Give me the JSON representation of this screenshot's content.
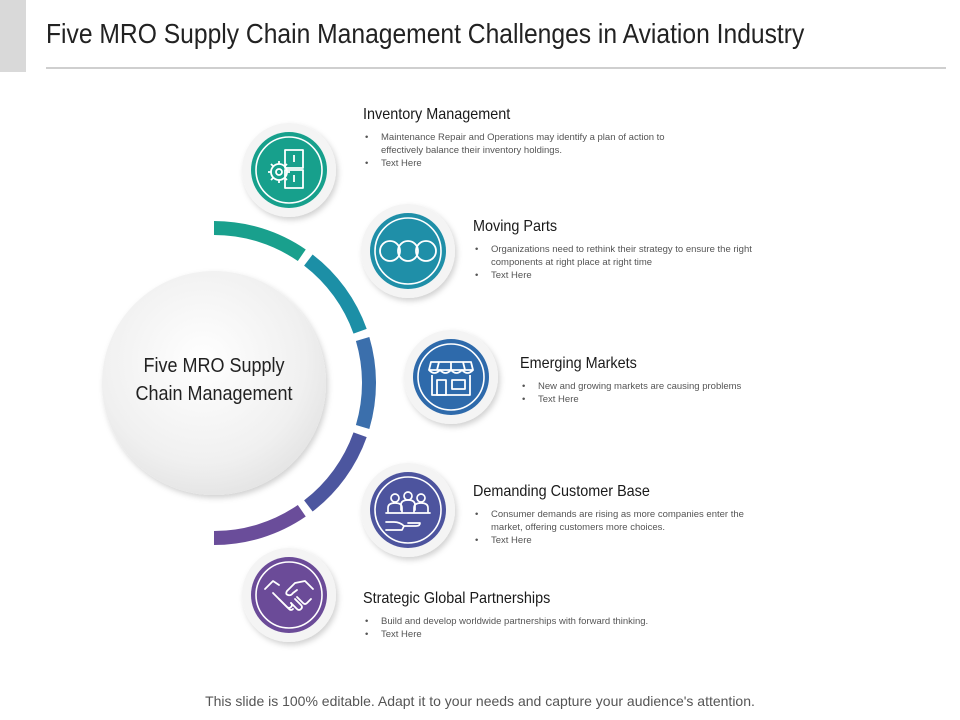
{
  "title": "Five MRO Supply Chain Management Challenges in Aviation Industry",
  "center_label": [
    "Five MRO Supply",
    "Chain Management"
  ],
  "colors": {
    "inventory": "#17a08c",
    "moving": "#1f8fa8",
    "emerging": "#2e6aab",
    "demanding": "#4d549e",
    "strategic": "#6b4b98",
    "arc_segments": [
      "#19a08d",
      "#1c8fa6",
      "#3b6fac",
      "#4c569f",
      "#6a4d9a"
    ]
  },
  "items": [
    {
      "title": "Inventory Management",
      "icon": "inventory-cabinet-gear-icon",
      "bullets": [
        "Maintenance Repair and Operations may identify a plan of action to effectively balance their inventory holdings.",
        "Text Here"
      ]
    },
    {
      "title": "Moving Parts",
      "icon": "moving-parts-links-icon",
      "bullets": [
        "Organizations need to rethink their strategy to ensure the right components at right place at right time",
        "Text Here"
      ]
    },
    {
      "title": "Emerging Markets",
      "icon": "storefront-icon",
      "bullets": [
        "New and growing markets are causing problems",
        "Text Here"
      ]
    },
    {
      "title": "Demanding Customer Base",
      "icon": "customers-hand-icon",
      "bullets": [
        "Consumer demands are rising as more companies enter the market, offering customers more choices.",
        "Text Here"
      ]
    },
    {
      "title": "Strategic Global Partnerships",
      "icon": "handshake-icon",
      "bullets": [
        "Build and develop worldwide partnerships with forward thinking.",
        "Text Here"
      ]
    }
  ],
  "footer": "This slide is 100% editable. Adapt it to your needs and capture your audience's attention."
}
